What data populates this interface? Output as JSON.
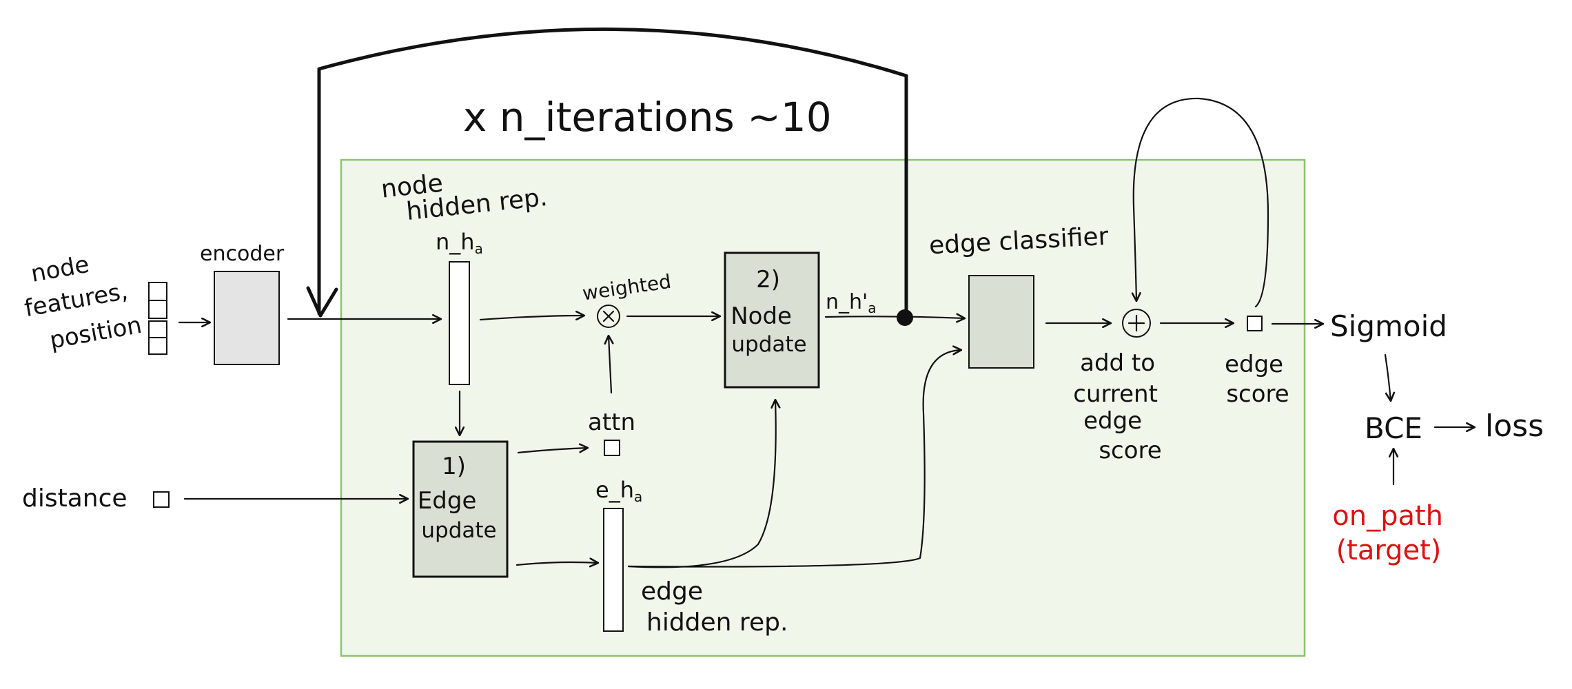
{
  "loop": {
    "label": "x n_iterations ~10"
  },
  "inputs": {
    "node_features": [
      "node",
      "features,",
      "position"
    ],
    "distance": "distance"
  },
  "blocks": {
    "encoder": "encoder",
    "node_hidden_rep": [
      "node",
      "hidden rep."
    ],
    "n_h": "n_h",
    "n_h_sub": "a",
    "weighted": "weighted",
    "attn": "attn",
    "edge_update": [
      "1)",
      "Edge",
      "update"
    ],
    "node_update": [
      "2)",
      "Node",
      "update"
    ],
    "n_h_prime": "n_h'",
    "n_h_prime_sub": "a",
    "e_h": "e_h",
    "e_h_sub": "a",
    "edge_hidden_rep": [
      "edge",
      "hidden rep."
    ],
    "edge_classifier": "edge classifier",
    "add_label": [
      "add to",
      "current",
      "edge",
      "score"
    ],
    "edge_score": [
      "edge",
      "score"
    ]
  },
  "outputs": {
    "sigmoid": "Sigmoid",
    "bce": "BCE",
    "loss": "loss",
    "target": [
      "on_path",
      "(target)"
    ]
  },
  "colors": {
    "panel_fill": "#f0f6ea",
    "panel_border": "#8cc36c",
    "encoder_fill": "#e4e4e4",
    "update_fill": "#d9e0d3",
    "target": "#dd1111"
  }
}
